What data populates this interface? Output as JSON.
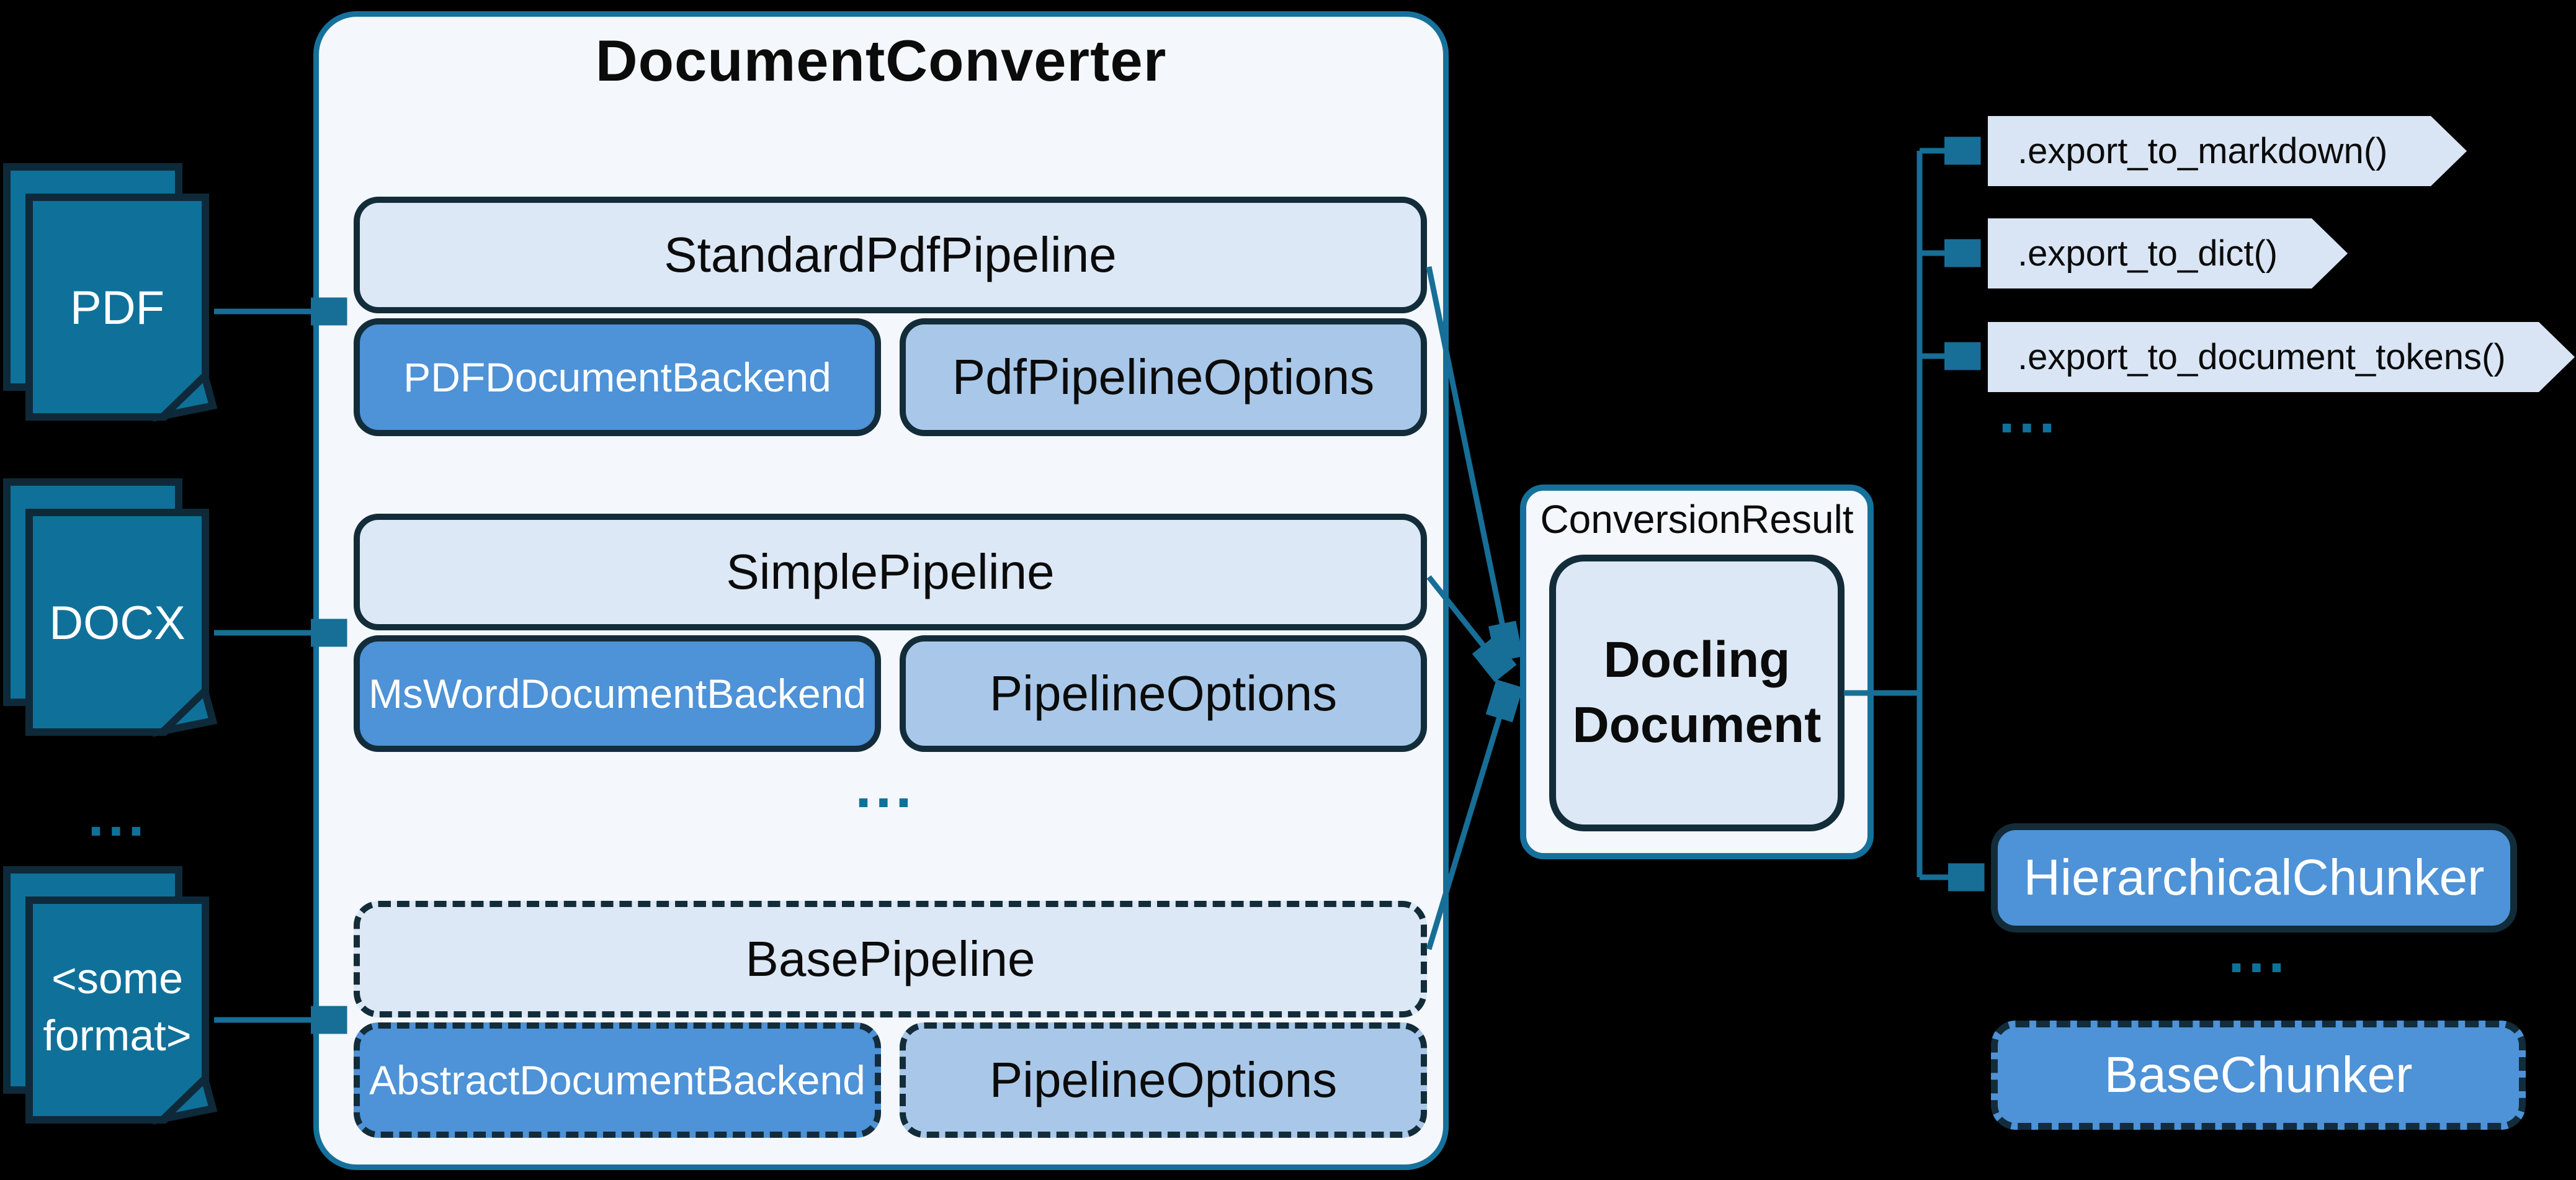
{
  "title": "DocumentConverter",
  "inputs": [
    {
      "label": "PDF"
    },
    {
      "label": "DOCX"
    },
    {
      "label_line1": "<some",
      "label_line2": "format>"
    }
  ],
  "ellipsis": "...",
  "pipelines": [
    {
      "name": "StandardPdfPipeline",
      "backend": "PDFDocumentBackend",
      "options": "PdfPipelineOptions"
    },
    {
      "name": "SimplePipeline",
      "backend": "MsWordDocumentBackend",
      "options": "PipelineOptions"
    },
    {
      "name": "BasePipeline",
      "backend": "AbstractDocumentBackend",
      "options": "PipelineOptions"
    }
  ],
  "result": {
    "label": "ConversionResult",
    "doc_line1": "Docling",
    "doc_line2": "Document"
  },
  "exports": [
    {
      "label": ".export_to_markdown()"
    },
    {
      "label": ".export_to_dict()"
    },
    {
      "label": ".export_to_document_tokens()"
    }
  ],
  "chunkers": [
    {
      "label": "HierarchicalChunker"
    },
    {
      "label": "BaseChunker"
    }
  ],
  "colors": {
    "background": "#000000",
    "document_icon_fill": "#0f7199",
    "dark_outline": "#132c3a",
    "container_border": "#15719b",
    "container_fill": "#f4f7fb",
    "pipeline_fill": "#dce8f5",
    "backend_fill": "#4e92d7",
    "options_fill": "#a9c8e9",
    "export_tag_fill": "#d9e5f4",
    "arrow": "#176e96",
    "backend_text": "#ffffff"
  }
}
